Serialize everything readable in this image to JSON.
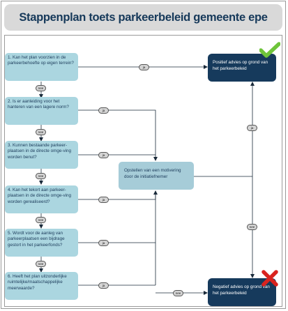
{
  "title": "Stappenplan toets parkeerbeleid gemeente epe",
  "questions": [
    "1. Kan het plan voorzien in de parkeerbehoefte op eigen terrein?",
    "2. Is er aanleiding voor het hanteren van een lagere norm?",
    "3. Kunnen bestaande parkeer-plaatsen in de directe omge-ving worden benut?",
    "4. Kan het tekort aan parkeer-plaatsen in de directe omge-ving worden gerealiseerd?",
    "5. Wordt voor de aanleg van parkeerplaatsen een bijdrage gestort in het parkeerfonds?",
    "6. Heeft het plan uitzonderlijke ruimtelijke/maatschappelijke meerwaarde?"
  ],
  "middle_box": "Opstellen van een motivering door de initiatiefnemer",
  "positive_box": "Positief advies op grond van het parkeerbeleid",
  "negative_box": "Negatief advies op grond van het parkeerbeleid",
  "yes_label": "ja",
  "no_label": "nee",
  "colors": {
    "title_text": "#16395a",
    "question_fill": "#abd6e0",
    "middle_fill": "#a6ccd8",
    "outcome_fill": "#163a5c",
    "check": "#6ec43a",
    "cross": "#d9231f"
  },
  "icons": [
    "check-icon",
    "cross-icon"
  ]
}
